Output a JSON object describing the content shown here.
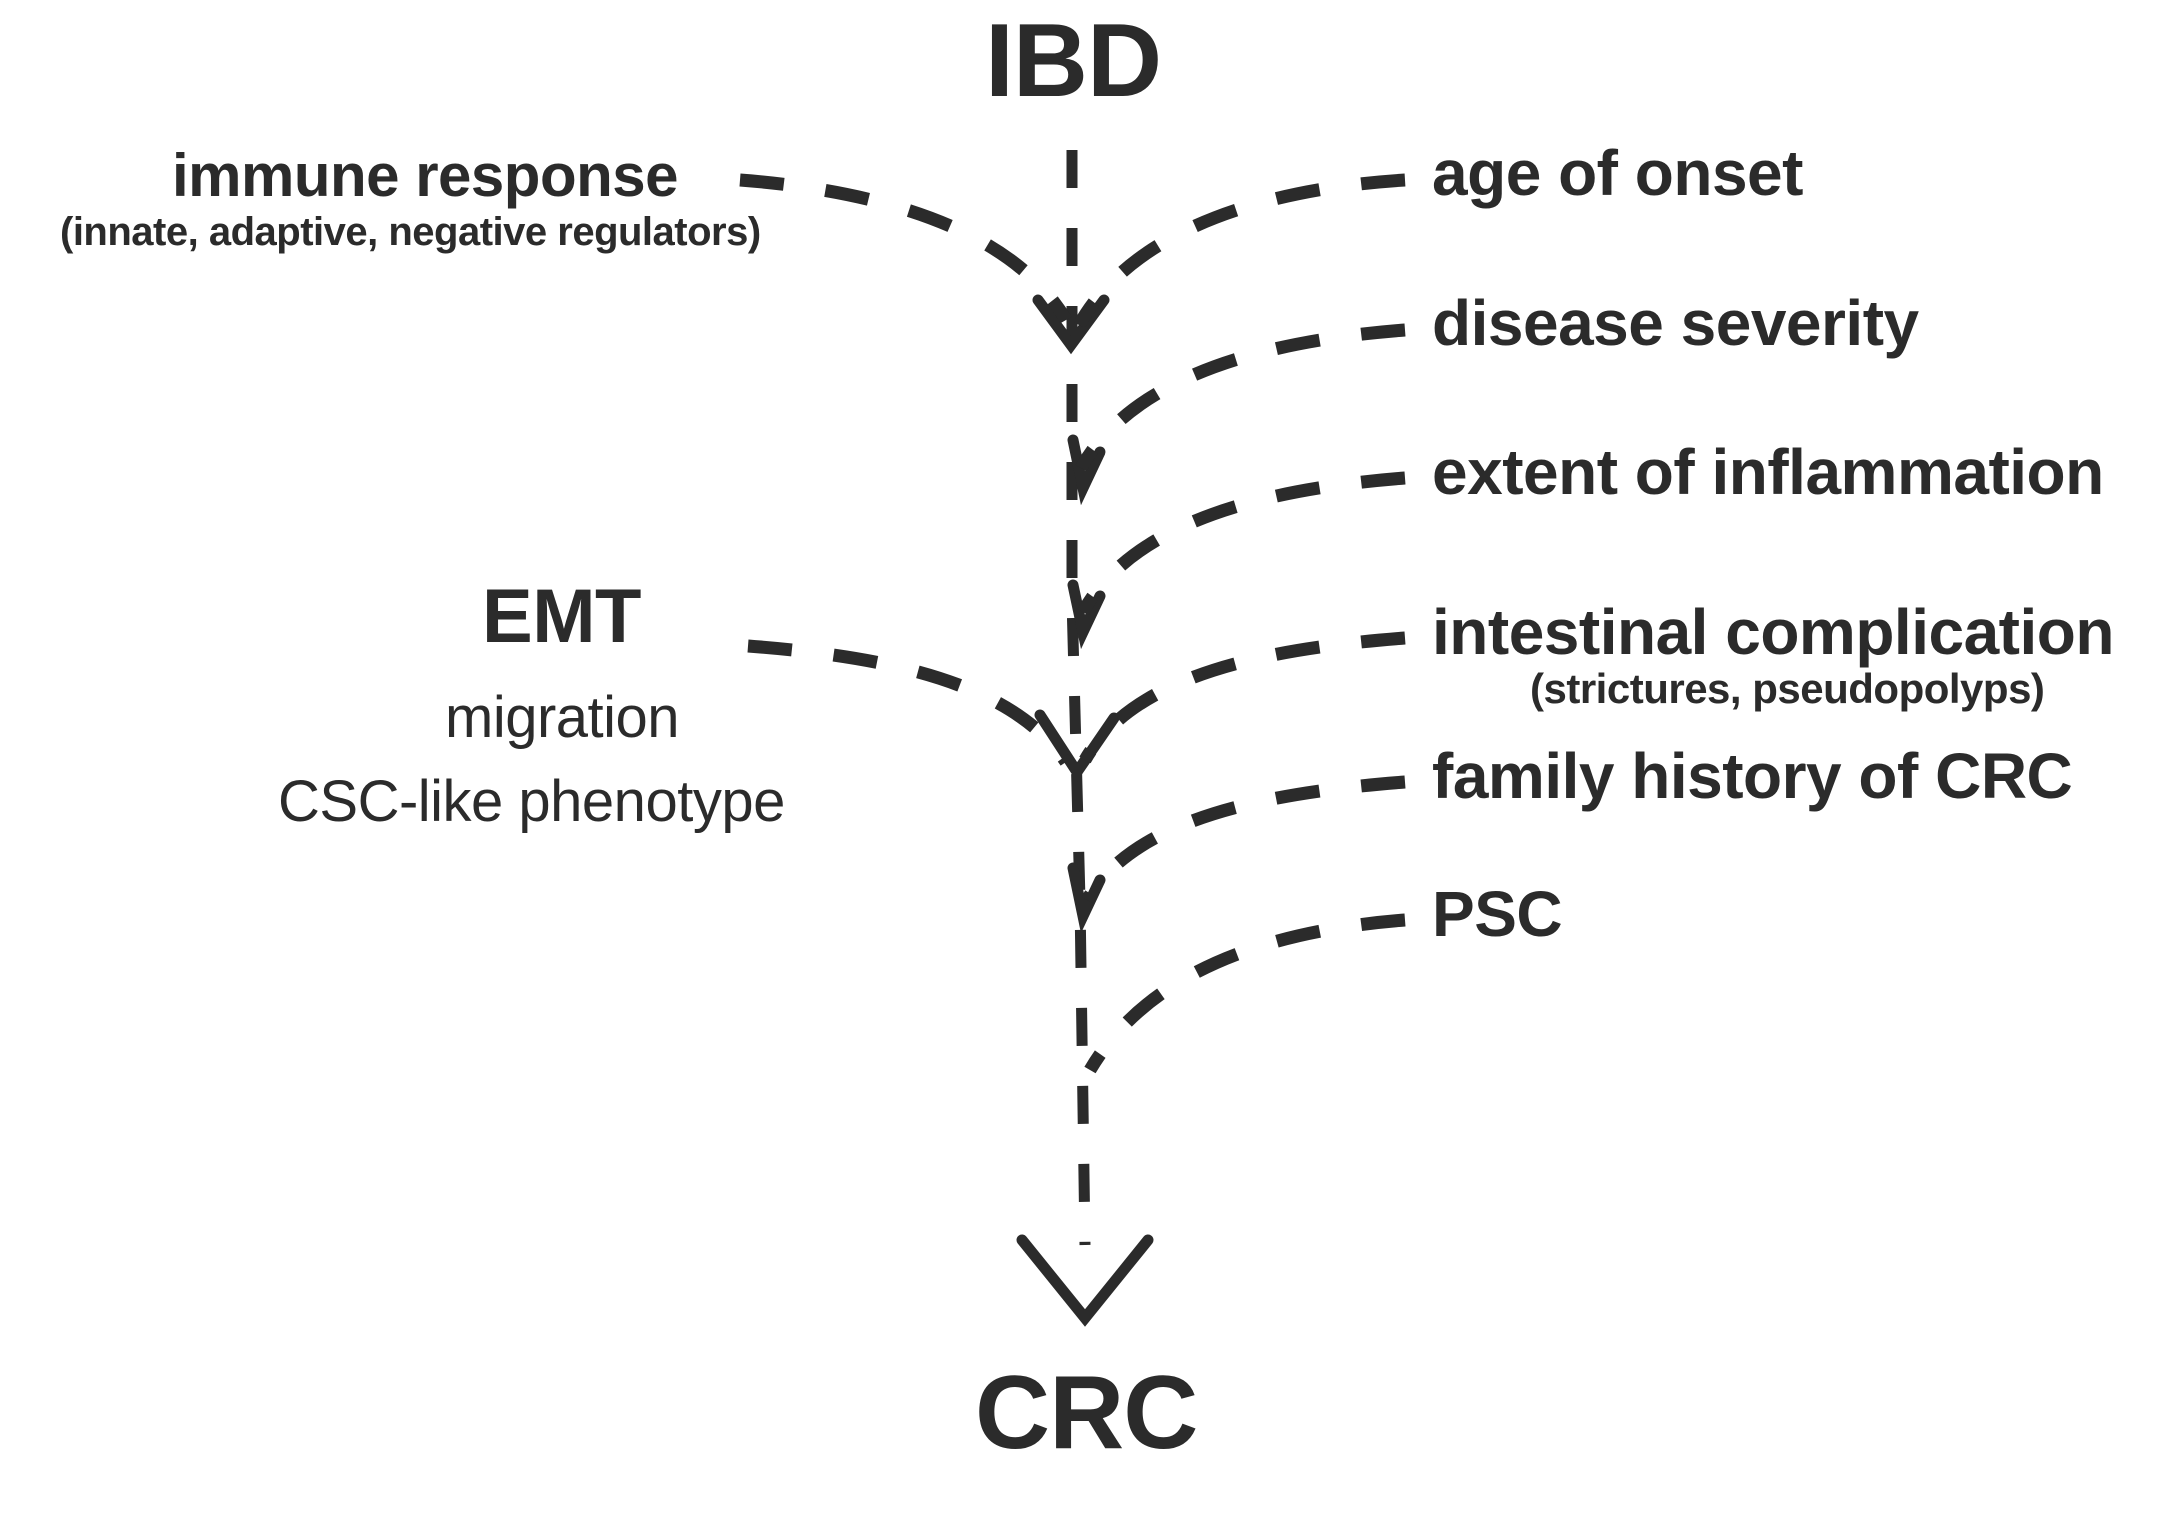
{
  "diagram": {
    "title_top": "IBD",
    "title_bottom": "CRC",
    "left_factors": {
      "immune_response": {
        "label": "immune response",
        "sublabel": "(innate, adaptive, negative regulators)"
      },
      "emt": {
        "label": "EMT",
        "detail_1": "migration",
        "detail_2": "CSC-like phenotype"
      }
    },
    "right_factors": [
      {
        "label": "age of onset",
        "sublabel": ""
      },
      {
        "label": "disease severity",
        "sublabel": ""
      },
      {
        "label": "extent of inflammation",
        "sublabel": ""
      },
      {
        "label": "intestinal complication",
        "sublabel": "(strictures, pseudopolyps)"
      },
      {
        "label": "family history of CRC",
        "sublabel": ""
      },
      {
        "label": "PSC",
        "sublabel": ""
      }
    ],
    "colors": {
      "ink": "#2b2b2b",
      "background": "#ffffff"
    }
  }
}
